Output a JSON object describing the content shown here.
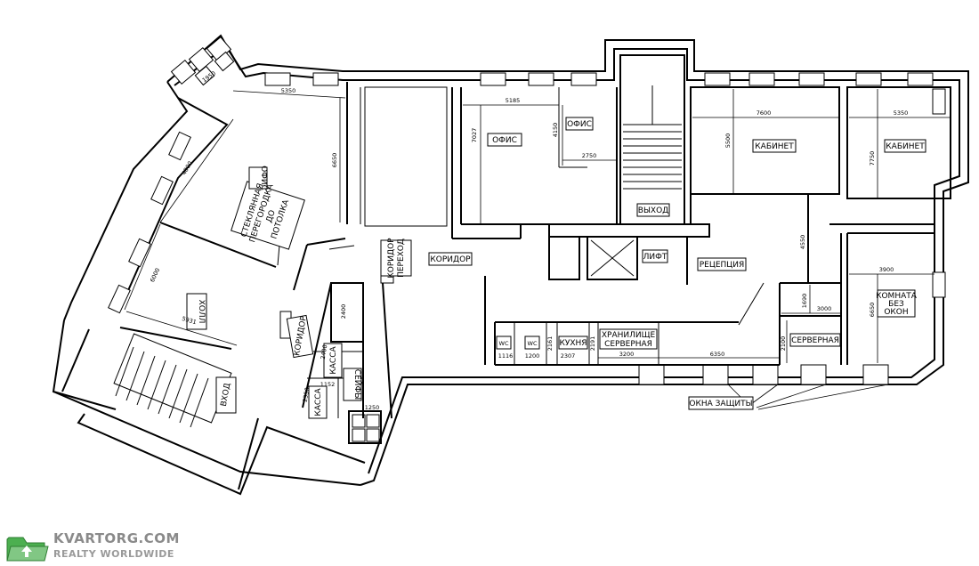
{
  "rooms": {
    "office_1": "ОФИС",
    "office_2": "ОФИС",
    "office_3": "ОФИС",
    "cabinet_1": "КАБИНЕТ",
    "cabinet_2": "КАБИНЕТ",
    "exit": "ВЫХОД",
    "lift": "ЛИФТ",
    "reception": "РЕЦЕПЦИЯ",
    "corridor_main": "КОРИДОР",
    "corridor_small": "КОРИДОР",
    "hall": "ХОЛЛ",
    "entrance": "ВХОД",
    "kassa_1": "КАССА",
    "kassa_2": "КАССА",
    "safes": "СЕЙФЫ",
    "wc_1": "WC",
    "wc_2": "WC",
    "kitchen": "КУХНЯ",
    "storage": "ХРАНИЛИЩЕ",
    "storage_server": "СЕРВЕРНАЯ",
    "server": "СЕРВЕРНАЯ",
    "room_no_windows_1": "КОМНАТА",
    "room_no_windows_2": "БЕЗ",
    "room_no_windows_3": "ОКОН",
    "partition_1": "СТЕКЛЯННАЯ",
    "partition_2": "ПЕРЕГОРОДКА",
    "partition_3": "ДО",
    "partition_4": "ПОТОЛКА",
    "corridor_pass_1": "КОРИДОР",
    "corridor_pass_2": "ПЕРЕХОД",
    "protection_windows": "ОКНА ЗАЩИТЫ"
  },
  "dimensions": {
    "d1950": "1950",
    "d5350a": "5350",
    "d4800": "4800",
    "d6650": "6650",
    "d6000": "6000",
    "d5931": "5931",
    "d5185": "5185",
    "d7027": "7027",
    "d4150": "4150",
    "d2750": "2750",
    "d7600": "7600",
    "d5500": "5500",
    "d5350b": "5350",
    "d7750": "7750",
    "d4550": "4550",
    "d3900": "3900",
    "d6650b": "6650",
    "d1690": "1690",
    "d3000": "3000",
    "d2100": "2100",
    "d6350": "6350",
    "d3200": "3200",
    "d2307": "2307",
    "d1200": "1200",
    "d1116": "1116",
    "d2161": "2161",
    "d2191": "2191",
    "d2400a": "2400",
    "d2400b": "2400",
    "d2350": "2350",
    "d1152": "1152",
    "d1250": "1250"
  },
  "watermark": {
    "site": "KVARTORG.COM",
    "tagline": "REALTY WORLDWIDE",
    "logo_color": "#4caf50"
  }
}
